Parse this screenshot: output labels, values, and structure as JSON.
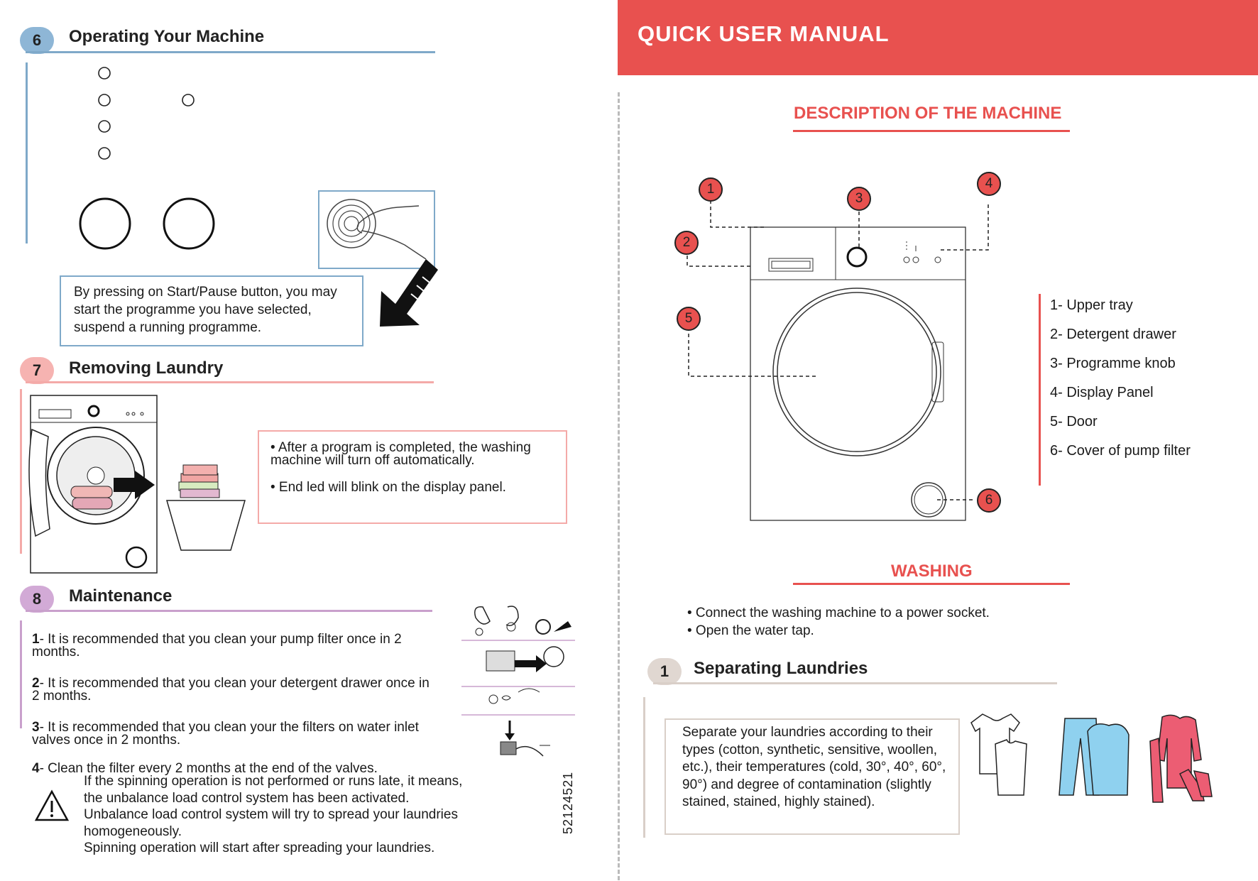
{
  "left": {
    "section6": {
      "number": "6",
      "title": "Operating Your Machine",
      "start_pause_text": "By pressing on Start/Pause button, you may start the programme you have selected, suspend a running programme."
    },
    "section7": {
      "number": "7",
      "title": "Removing Laundry",
      "bullets": [
        "• After a program is completed, the washing machine will turn off automatically.",
        "• End led will blink on the display panel."
      ]
    },
    "section8": {
      "number": "8",
      "title": "Maintenance",
      "items": [
        {
          "num": "1",
          "text": "- It is recommended that you clean your pump filter once in 2 months."
        },
        {
          "num": "2",
          "text": "- It is recommended that you clean your detergent drawer once in 2 months."
        },
        {
          "num": "3",
          "text": "- It is recommended that you clean your the filters on water inlet valves once in 2 months."
        },
        {
          "num": "4",
          "text": "- Clean the filter every 2 months at the end of the valves."
        }
      ],
      "warning_lines": [
        "If the spinning operation is not performed or runs late, it means,",
        "the unbalance load control system has been activated.",
        "Unbalance load control system will try to spread your laundries",
        "homogeneously.",
        "Spinning operation will start after spreading your laundries."
      ]
    },
    "doc_code": "52124521"
  },
  "right": {
    "banner_title": "QUICK USER MANUAL",
    "description_heading": "DESCRIPTION OF THE MACHINE",
    "callout_numbers": [
      "1",
      "2",
      "3",
      "4",
      "5",
      "6"
    ],
    "legend": [
      "1- Upper tray",
      "2- Detergent drawer",
      "3- Programme knob",
      "4- Display Panel",
      "5- Door",
      "6- Cover of pump filter"
    ],
    "washing_heading": "WASHING",
    "washing_bullets": [
      "• Connect the washing machine to a power socket.",
      "• Open the water tap."
    ],
    "section1": {
      "number": "1",
      "title": "Separating Laundries",
      "text": "Separate your laundries according to their types (cotton, synthetic, sensitive, woollen, etc.), their temperatures (cold, 30°, 40°, 60°, 90°) and degree of contamination (slightly stained, stained, highly stained)."
    }
  },
  "colors": {
    "banner_red": "#e8514f",
    "section6_blue": "#7fa9c9",
    "section7_pink": "#f4aaa8",
    "section8_purple": "#c9a0cc",
    "section1_beige": "#d9cfc8"
  }
}
